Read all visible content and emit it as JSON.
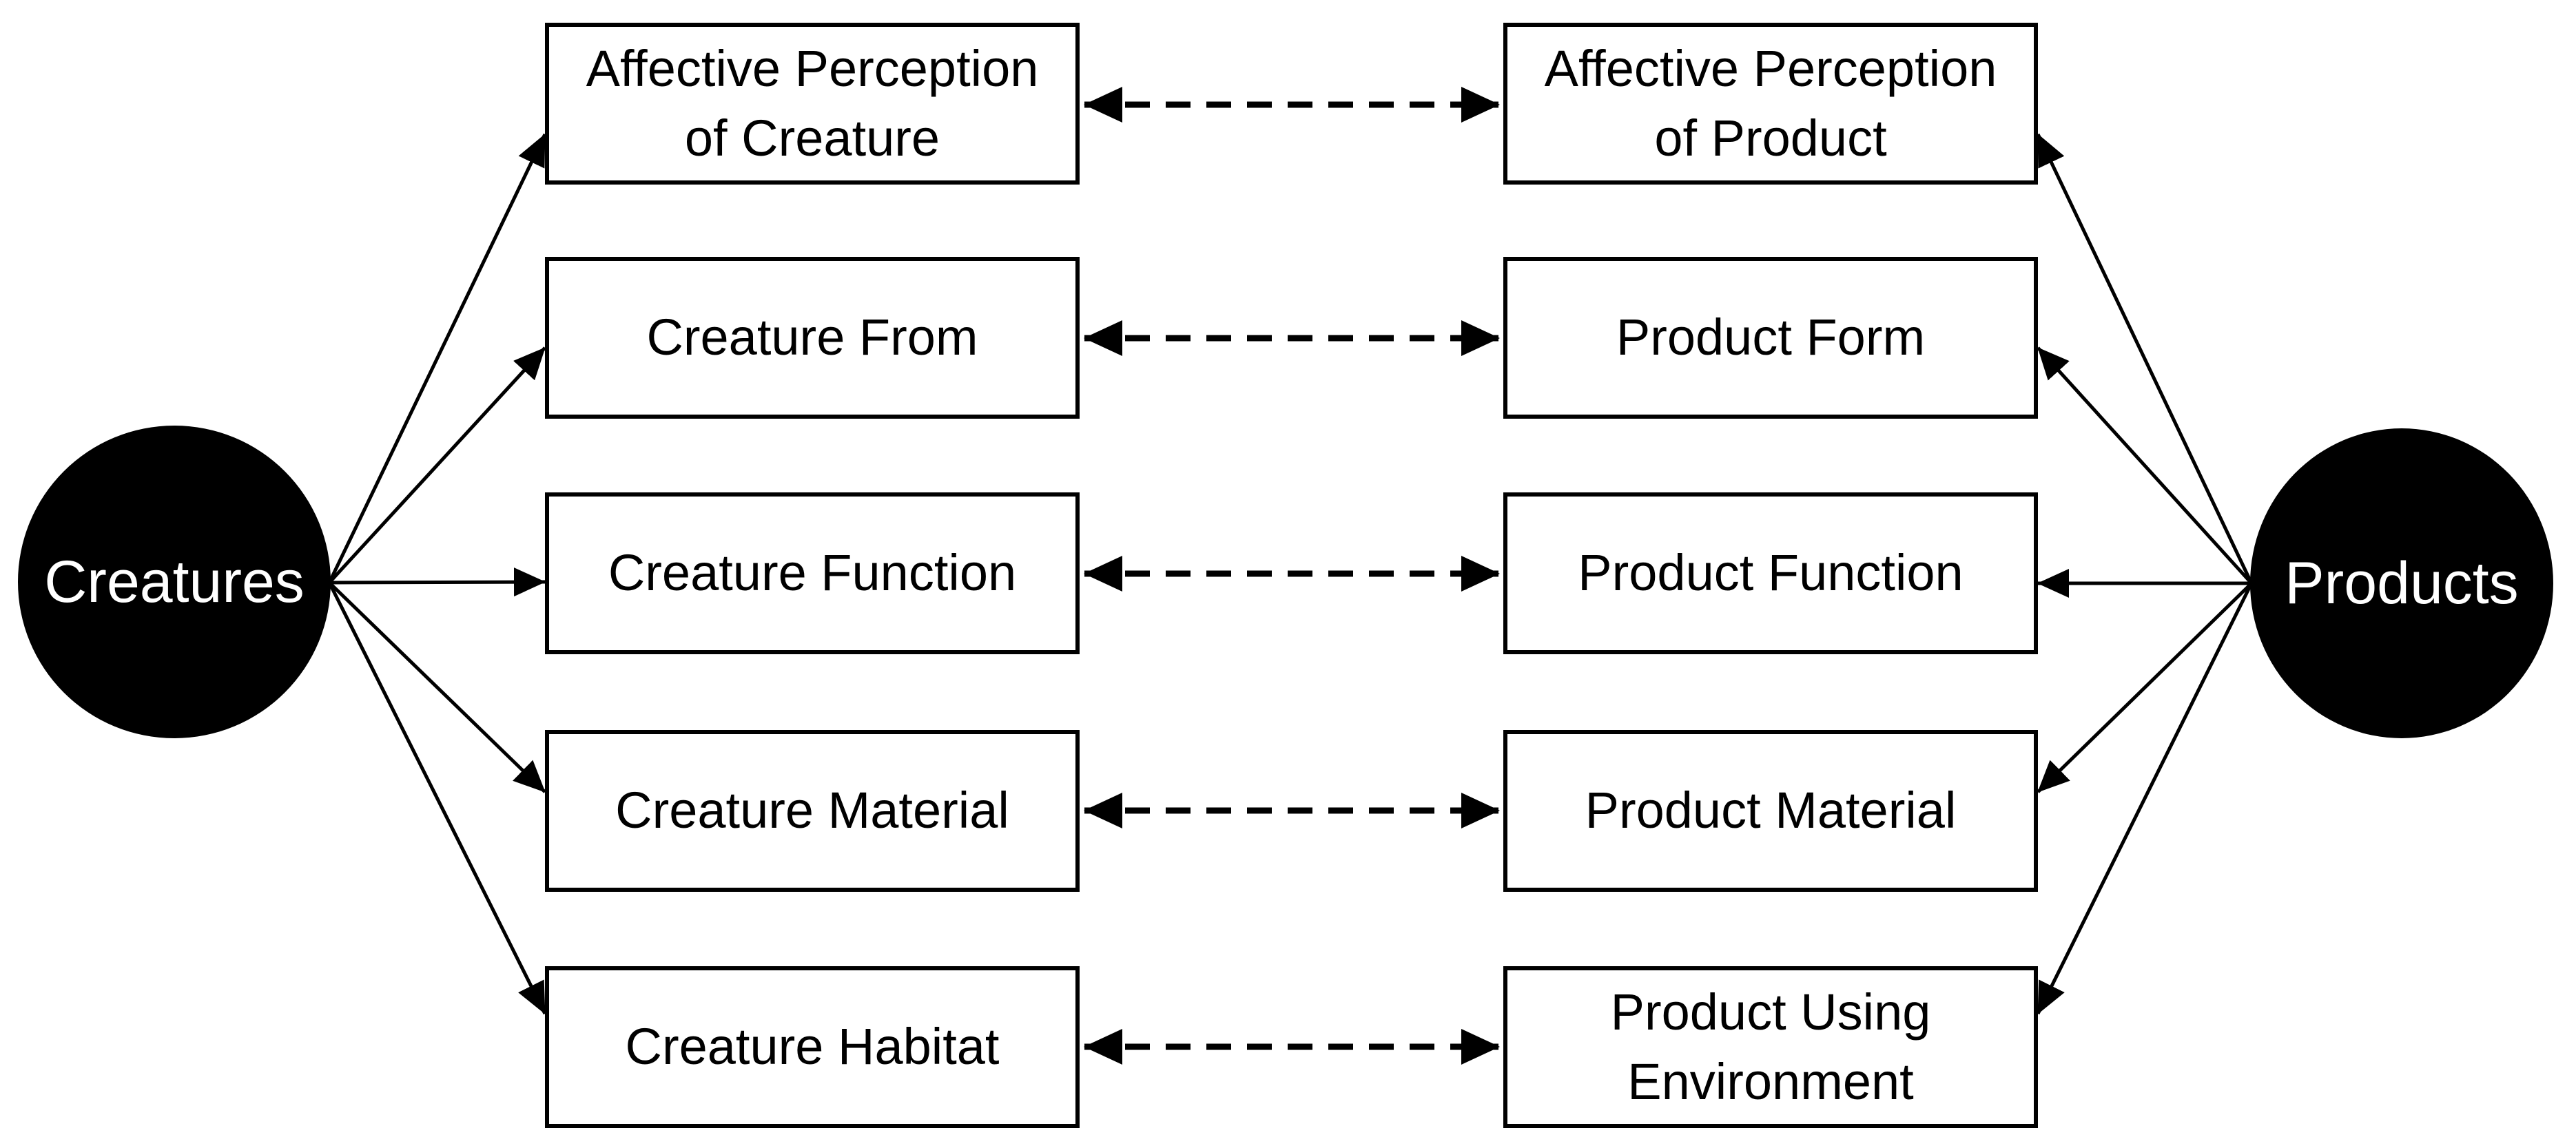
{
  "diagram": {
    "left_node": {
      "label": "Creatures"
    },
    "right_node": {
      "label": "Products"
    },
    "mappings": [
      {
        "left": "Affective Perception of Creature",
        "right": "Affective Perception of Product"
      },
      {
        "left": "Creature From",
        "right": "Product Form"
      },
      {
        "left": "Creature Function",
        "right": "Product Function"
      },
      {
        "left": "Creature Material",
        "right": "Product Material"
      },
      {
        "left": "Creature Habitat",
        "right": "Product Using Environment"
      }
    ],
    "colors": {
      "node_fill": "#000000",
      "node_text": "#ffffff",
      "box_fill": "#ffffff",
      "box_border": "#000000",
      "arrow": "#000000",
      "background": "#ffffff"
    }
  }
}
